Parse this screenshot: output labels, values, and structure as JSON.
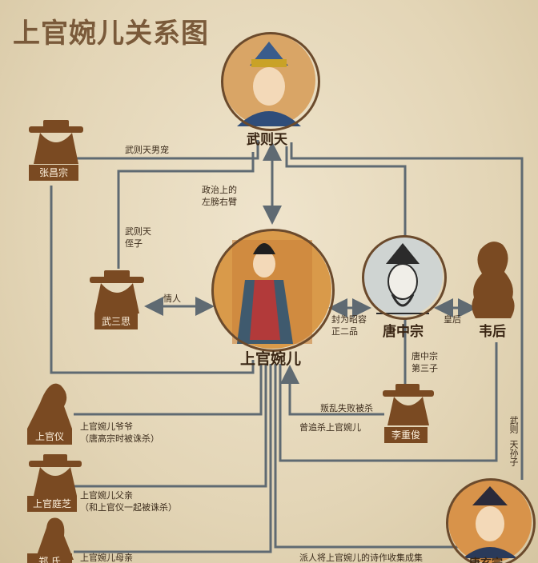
{
  "title": "上官婉儿关系图",
  "people": {
    "wuzetian": "武则天",
    "wanger": "上官婉儿",
    "zhongzong": "唐中宗",
    "weihou": "韦后",
    "zhangchangzong": "张昌宗",
    "wusansi": "武三思",
    "lichongjun": "李重俊",
    "shangguanyi": "上官仪",
    "shangguantingzhi": "上官庭芝",
    "bottom_left_partial": "郑 氏",
    "bottom_right_partial": "唐玄宗"
  },
  "labels": {
    "favorite": "武则天男宠",
    "politics_1": "政治上的",
    "politics_2": "左膀右臂",
    "nephew_1": "武则天",
    "nephew_2": "侄子",
    "lover": "情人",
    "rank_1": "封为昭容",
    "rank_2": "正二品",
    "empress": "皇后",
    "third_son_1": "唐中宗",
    "third_son_2": "第三子",
    "rebellion": "叛乱失败被杀",
    "tried_kill": "曾追杀上官婉儿",
    "grandson_1": "武则",
    "grandson_2": "天孙子",
    "grandfather_1": "上官婉儿爷爷",
    "grandfather_2": "（唐高宗时被诛杀）",
    "father_1": "上官婉儿父亲",
    "father_2": "（和上官仪一起被诛杀）",
    "mother": "上官婉儿母亲",
    "poems": "派人将上官婉儿的诗作收集成集"
  },
  "colors": {
    "line": "#5f6a72",
    "tag": "#7a4a22",
    "silhouette": "#7a4a22"
  }
}
